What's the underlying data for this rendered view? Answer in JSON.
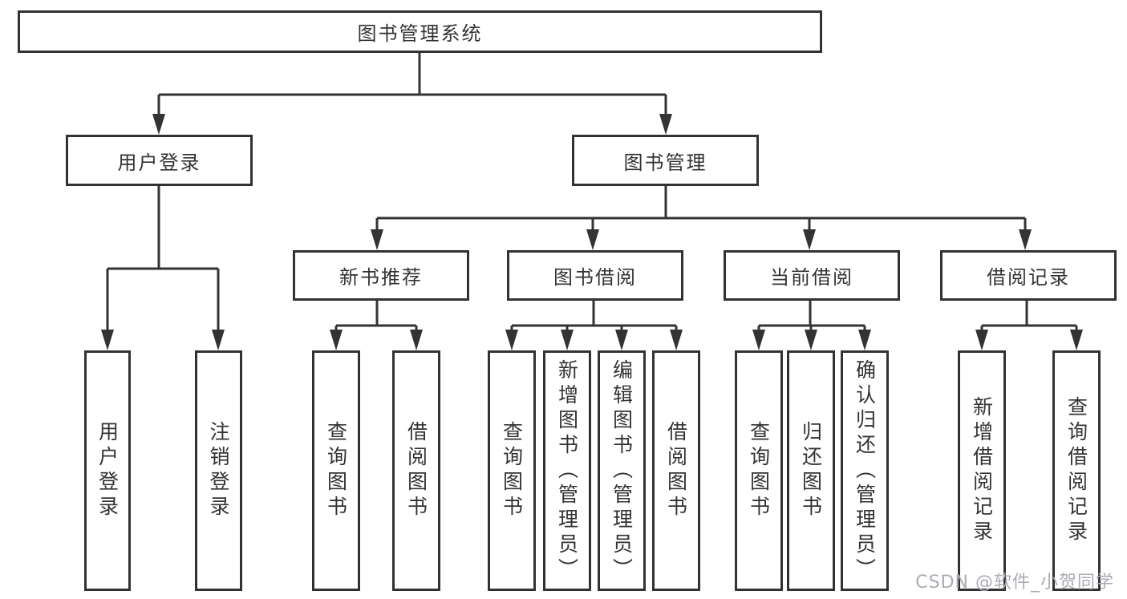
{
  "diagram_title": "图书管理系统",
  "tree": {
    "root": {
      "label": "图书管理系统"
    },
    "branches": [
      {
        "label": "用户登录",
        "children": [
          {
            "label": "用户登录"
          },
          {
            "label": "注销登录"
          }
        ]
      },
      {
        "label": "图书管理",
        "children": [
          {
            "label": "新书推荐",
            "children": [
              {
                "label": "查询图书"
              },
              {
                "label": "借阅图书"
              }
            ]
          },
          {
            "label": "图书借阅",
            "children": [
              {
                "label": "查询图书"
              },
              {
                "label": "新增图书（管理员）"
              },
              {
                "label": "编辑图书（管理员）"
              },
              {
                "label": "借阅图书"
              }
            ]
          },
          {
            "label": "当前借阅",
            "children": [
              {
                "label": "查询图书"
              },
              {
                "label": "归还图书"
              },
              {
                "label": "确认归还（管理员）"
              }
            ]
          },
          {
            "label": "借阅记录",
            "children": [
              {
                "label": "新增借阅记录"
              },
              {
                "label": "查询借阅记录"
              }
            ]
          }
        ]
      }
    ]
  },
  "watermark": "CSDN @软件_小贺同学",
  "colors": {
    "line": "#333333",
    "box_border": "#323232",
    "text": "#333333",
    "watermark_text": "#a9adb4",
    "background": "#ffffff"
  }
}
